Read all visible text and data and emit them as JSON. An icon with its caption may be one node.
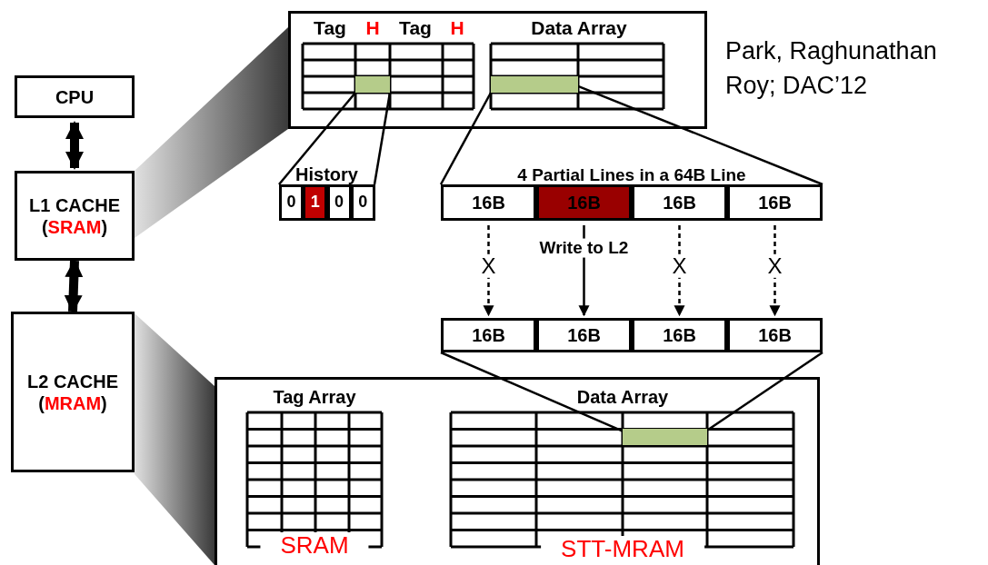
{
  "diagram": {
    "nodes": [
      {
        "text": [
          "CPU"
        ]
      },
      {
        "text": [
          "L1 CACHE",
          "(",
          "SRAM",
          ")"
        ]
      },
      {
        "text": [
          "L2 CACHE",
          "(",
          "MRAM",
          ")"
        ]
      },
      {
        "text": [],
        "shape": "box"
      },
      {
        "text": [],
        "shape": "bar",
        "in": 3
      },
      {
        "text": [],
        "shape": "bar",
        "in": 3
      },
      {
        "text": [
          "History"
        ]
      },
      {
        "text": [
          "0"
        ],
        "in": 6
      },
      {
        "text": [
          "1"
        ],
        "in": 6
      },
      {
        "text": [
          "0"
        ],
        "in": 6
      },
      {
        "text": [
          "0"
        ],
        "in": 6
      },
      {
        "text": [
          "4 Partial Lines in a 64B Line"
        ]
      },
      {
        "text": [
          "16B"
        ],
        "in": 11
      },
      {
        "text": [
          "16B"
        ],
        "in": 11
      },
      {
        "text": [
          "16B"
        ],
        "in": 11
      },
      {
        "text": [
          "16B"
        ],
        "in": 11
      },
      {
        "text": [
          "16B"
        ]
      },
      {
        "text": [
          "16B"
        ]
      },
      {
        "text": [
          "16B"
        ]
      },
      {
        "text": [
          "16B"
        ]
      },
      {
        "text": [],
        "shape": "box"
      },
      {
        "text": [],
        "shape": "bar",
        "in": 20
      },
      {
        "text": [],
        "shape": "trapezoid"
      },
      {
        "text": [],
        "shape": "trapezoid"
      }
    ],
    "edges": [
      {
        "from": 0,
        "to": 1,
        "arrow": "both",
        "style": "thick"
      },
      {
        "from": 1,
        "to": 2,
        "arrow": "both",
        "style": "thick"
      },
      {
        "from": 4,
        "to": 6,
        "arrow": "none"
      },
      {
        "from": 4,
        "to": 6,
        "arrow": "none"
      },
      {
        "from": 5,
        "to": 11,
        "arrow": "none"
      },
      {
        "from": 5,
        "to": 11,
        "arrow": "none"
      },
      {
        "from": 12,
        "to": 16,
        "arrow": "to",
        "style": "dashed",
        "label": "X"
      },
      {
        "from": 13,
        "to": 17,
        "arrow": "to",
        "label": "Write to L2"
      },
      {
        "from": 14,
        "to": 18,
        "arrow": "to",
        "style": "dashed",
        "label": "X"
      },
      {
        "from": 15,
        "to": 19,
        "arrow": "to",
        "style": "dashed",
        "label": "X"
      },
      {
        "from": 16,
        "to": 21,
        "arrow": "none"
      },
      {
        "from": 19,
        "to": 21,
        "arrow": "none"
      }
    ],
    "labels": [
      "Tag",
      "H",
      "Tag",
      "H",
      "Data Array",
      "Park, Raghunathan Roy; DAC’12",
      "Tag Array",
      "Data Array",
      "SRAM",
      "STT-MRAM"
    ]
  }
}
